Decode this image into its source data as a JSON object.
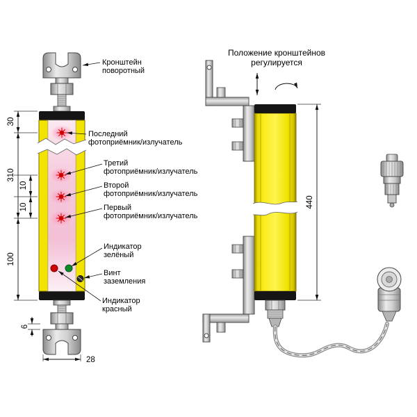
{
  "colors": {
    "body_yellow": "#f3e300",
    "cap_black": "#151515",
    "beam_red": "#cc0000",
    "indicator_green": "#0a8a2a",
    "window_pink": "#f5c9dc"
  },
  "front_view": {
    "callouts": [
      {
        "line1": "Кронштейн",
        "line2": "поворотный"
      },
      {
        "line1": "Последний",
        "line2": "фотоприёмник/излучатель"
      },
      {
        "line1": "Третий",
        "line2": "фотоприёмник/излучатель"
      },
      {
        "line1": "Второй",
        "line2": "фотоприёмник/излучатель"
      },
      {
        "line1": "Первый",
        "line2": "фотоприёмник/излучатель"
      },
      {
        "line1": "Индикатор",
        "line2": "зелёный"
      },
      {
        "line1": "Винт",
        "line2": "заземления"
      },
      {
        "line1": "Индикатор",
        "line2": "красный"
      }
    ],
    "dimensions": {
      "top_offset": "30",
      "beam_span": "310",
      "beam_gap_a": "10",
      "beam_gap_b": "10",
      "bottom_offset": "100",
      "bracket_thickness": "6",
      "width": "28"
    }
  },
  "side_view": {
    "note_line1": "Положение кронштейнов",
    "note_line2": "регулируется",
    "dimensions": {
      "total_length": "440"
    }
  }
}
